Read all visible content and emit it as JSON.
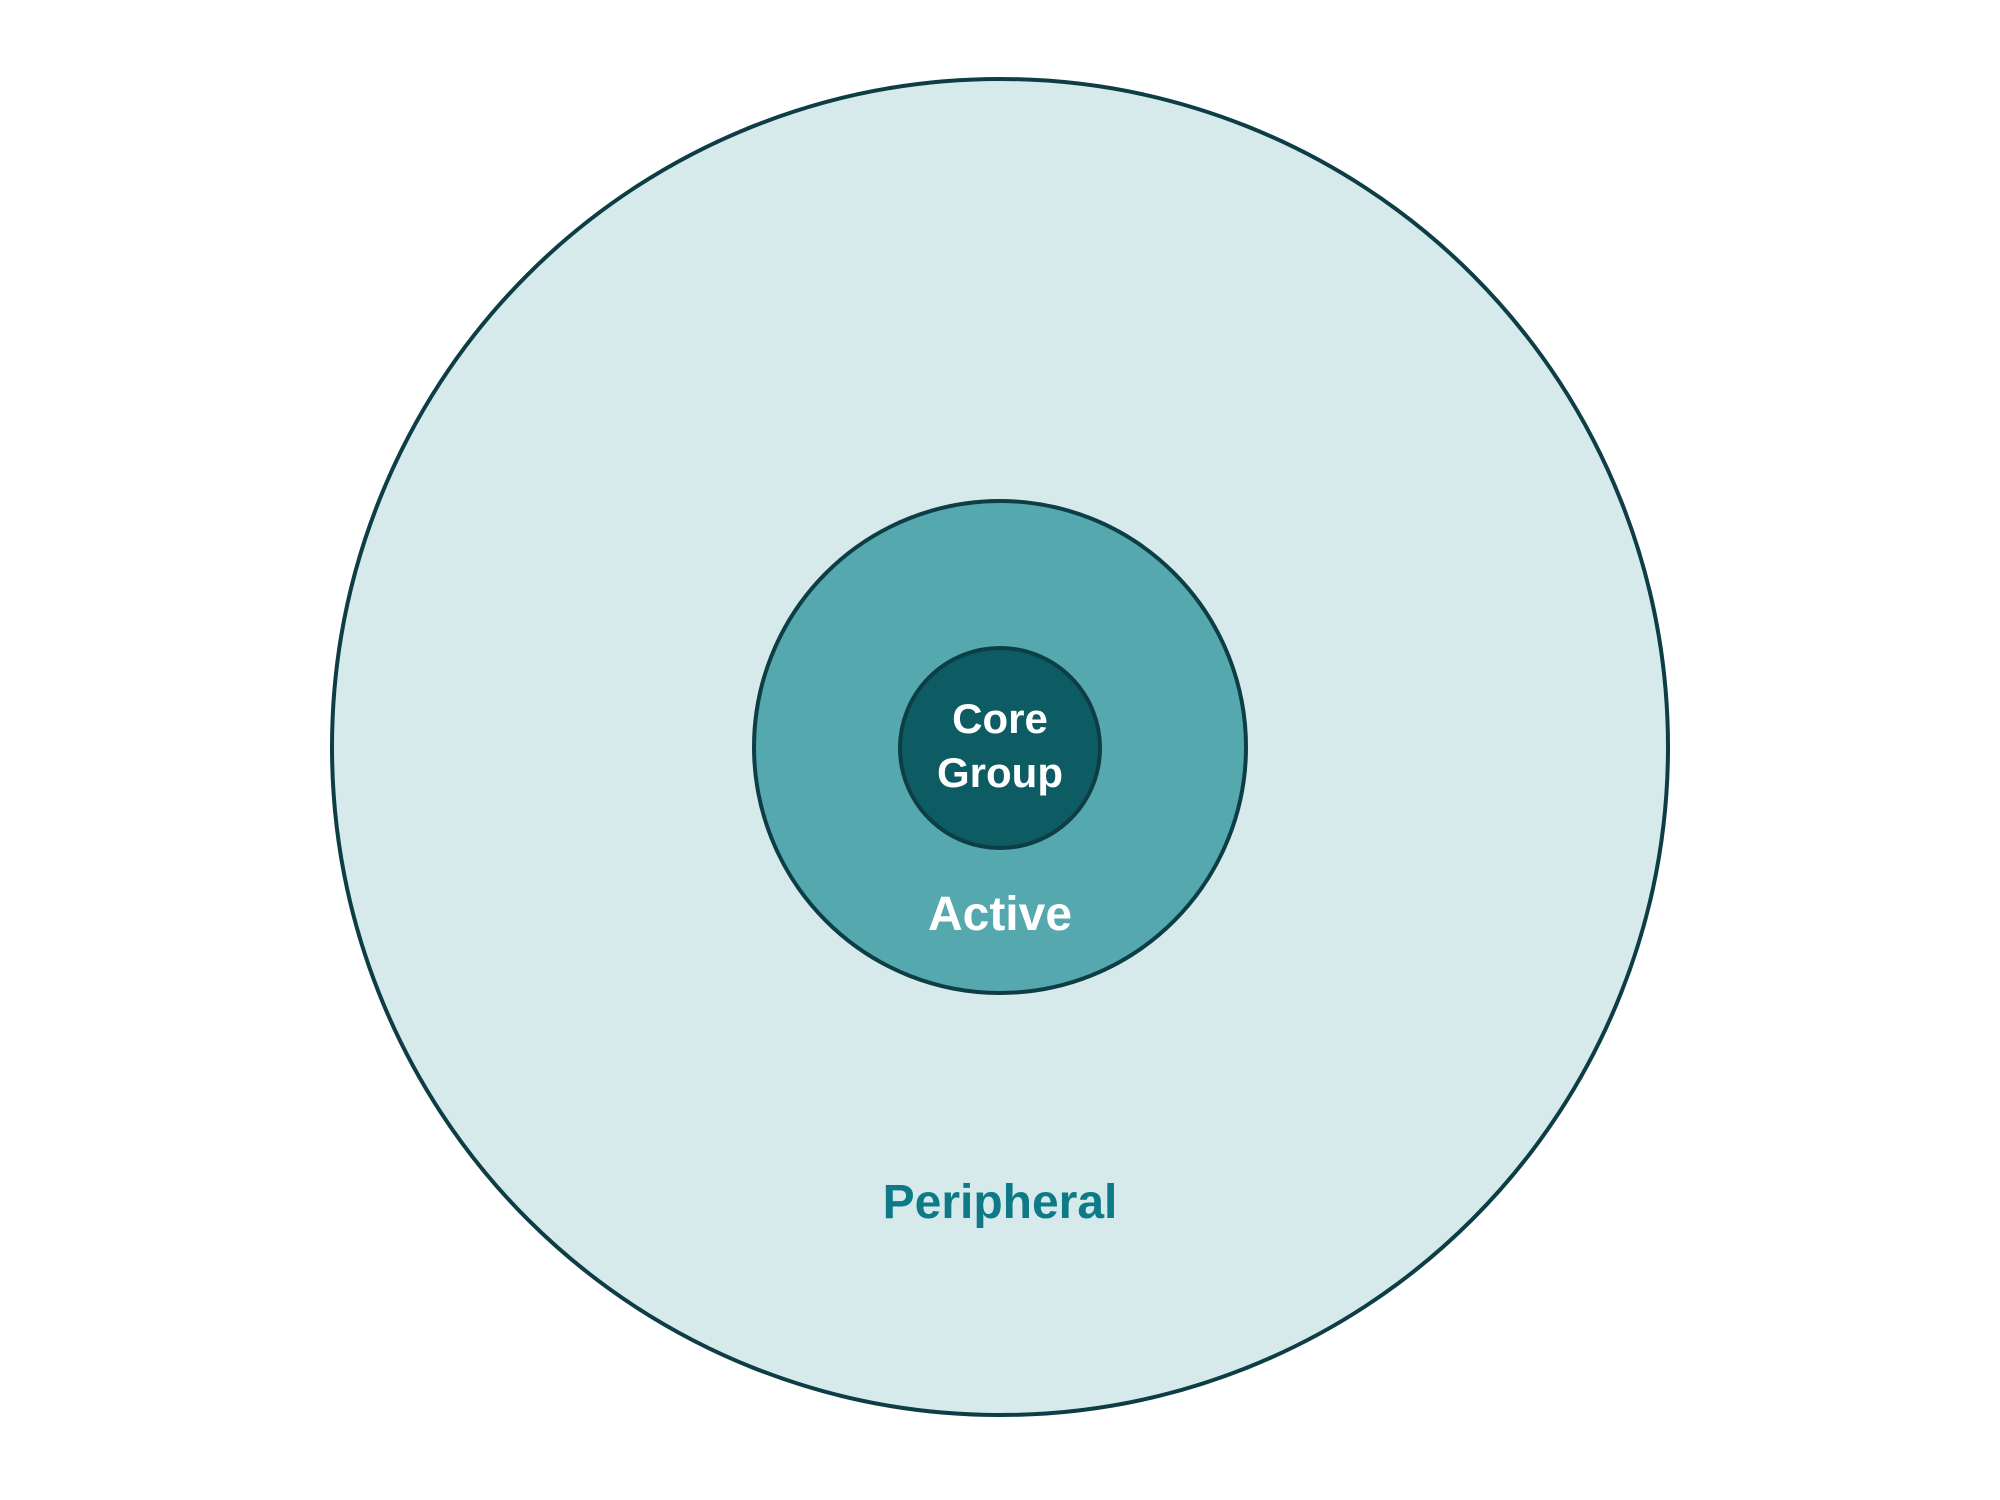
{
  "canvas": {
    "background": "#ffffff"
  },
  "diagram": {
    "type": "concentric-circles",
    "rings": [
      {
        "id": "peripheral",
        "label": "Peripheral",
        "fill": "#d6eaec",
        "stroke": "#0d3e46",
        "label_color": "#0e7a87"
      },
      {
        "id": "active",
        "label": "Active",
        "fill": "#55a9ae",
        "stroke": "#0d3e46",
        "label_color": "#ffffff"
      },
      {
        "id": "core-group",
        "label": "Core Group",
        "label_lines": [
          "Core",
          "Group"
        ],
        "fill": "#0d5c64",
        "stroke": "#0d3e46",
        "label_color": "#ffffff"
      }
    ]
  }
}
